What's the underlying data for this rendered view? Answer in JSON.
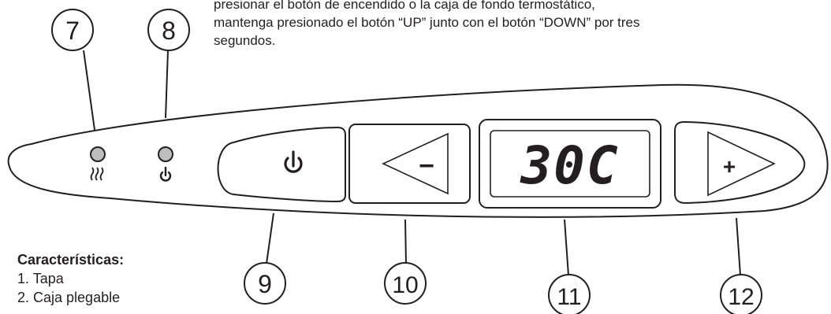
{
  "intro_lines": [
    "presionar el botón de encendido o la caja de fondo termostático,",
    "mantenga presionado el botón “UP” junto con el botón “DOWN” por tres",
    "segundos."
  ],
  "callouts": [
    {
      "number": "7",
      "target": "heating-indicator-light"
    },
    {
      "number": "8",
      "target": "power-indicator-light"
    },
    {
      "number": "9",
      "target": "power-button"
    },
    {
      "number": "10",
      "target": "down-button"
    },
    {
      "number": "11",
      "target": "temperature-display"
    },
    {
      "number": "12",
      "target": "up-button"
    }
  ],
  "panel": {
    "display_value": "30C",
    "down_symbol": "−",
    "up_symbol": "+",
    "power_icon": "power-icon",
    "heat_icon": "heat-waves-icon"
  },
  "features": {
    "title": "Características:",
    "items": [
      "1. Tapa",
      "2. Caja plegable"
    ]
  },
  "colors": {
    "stroke": "#231f20",
    "led_fill": "#bdbdbd",
    "text": "#231f20"
  }
}
